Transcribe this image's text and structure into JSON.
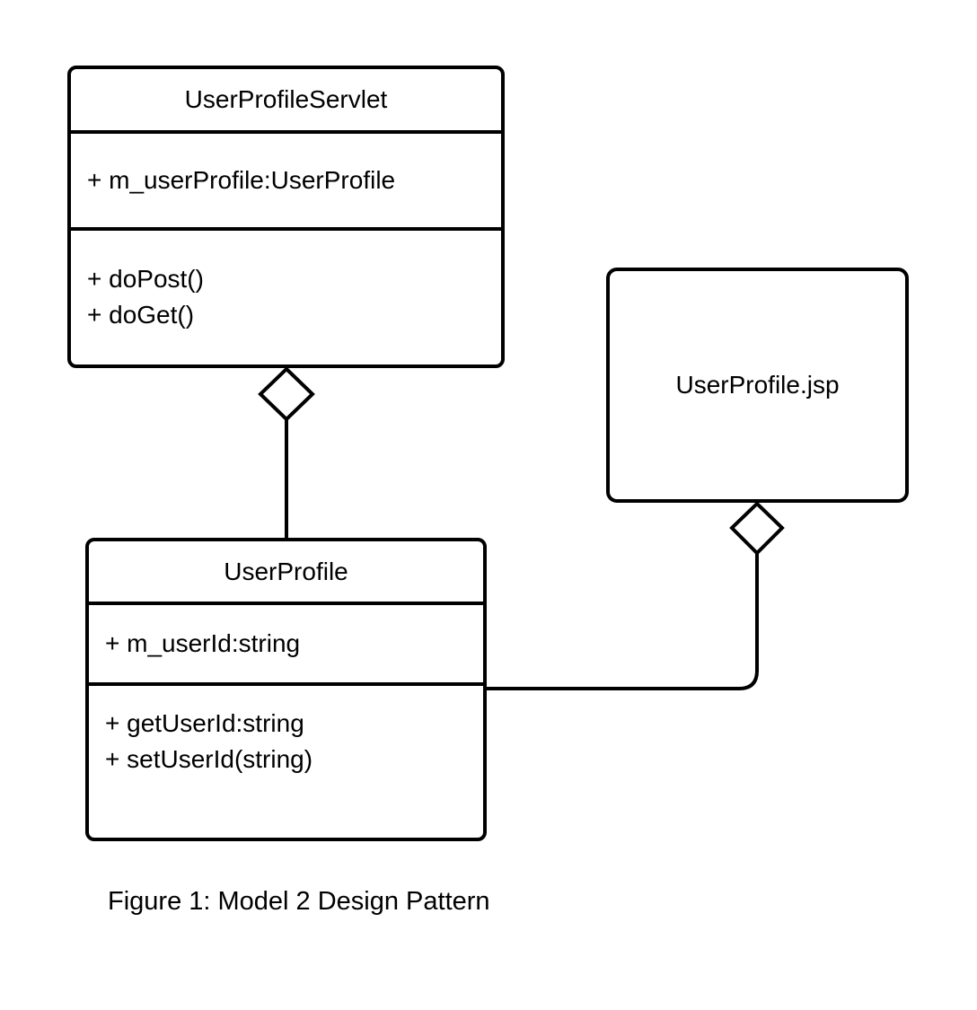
{
  "diagram": {
    "caption": "Figure 1: Model 2 Design Pattern",
    "classes": [
      {
        "name": "UserProfileServlet",
        "attributes": [
          "+ m_userProfile:UserProfile"
        ],
        "methods": [
          "+ doPost()",
          "+ doGet()"
        ]
      },
      {
        "name": "UserProfile",
        "attributes": [
          "+ m_userId:string"
        ],
        "methods": [
          "+ getUserId:string",
          "+ setUserId(string)"
        ]
      }
    ],
    "components": [
      {
        "name": "UserProfile.jsp"
      }
    ],
    "relations": [
      {
        "type": "aggregation",
        "whole": "UserProfileServlet",
        "part": "UserProfile"
      },
      {
        "type": "aggregation",
        "whole": "UserProfile.jsp",
        "part": "UserProfile"
      }
    ],
    "colors": {
      "stroke": "#000000",
      "background": "#ffffff"
    }
  }
}
